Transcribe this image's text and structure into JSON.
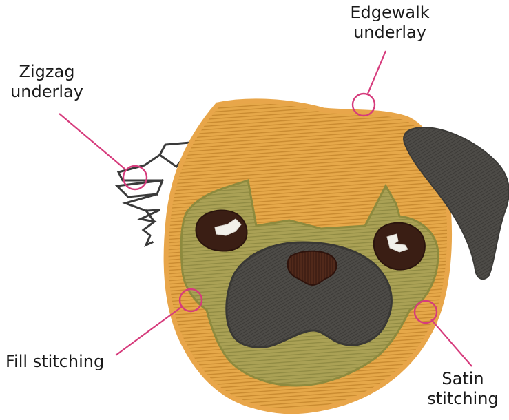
{
  "colors": {
    "fabric_tan": "#e2a244",
    "fabric_stripe": "#c98a30",
    "mask_olive": "#a9a052",
    "mask_outline": "#8d8a3e",
    "dark_gray": "#4c4a46",
    "nose_brown": "#4a2417",
    "eye_brown": "#3a1e14",
    "highlight_white": "#f2f0ea",
    "callout_magenta": "#d63b7c",
    "zigzag_stroke": "#3a3a3a"
  },
  "callouts": [
    {
      "name": "edgewalk-underlay",
      "lines": [
        "Edgewalk",
        "underlay"
      ]
    },
    {
      "name": "zigzag-underlay",
      "lines": [
        "Zigzag",
        "underlay"
      ]
    },
    {
      "name": "fill-stitching",
      "lines": [
        "Fill stitching"
      ]
    },
    {
      "name": "satin-stitching",
      "lines": [
        "Satin",
        "stitching"
      ]
    }
  ]
}
